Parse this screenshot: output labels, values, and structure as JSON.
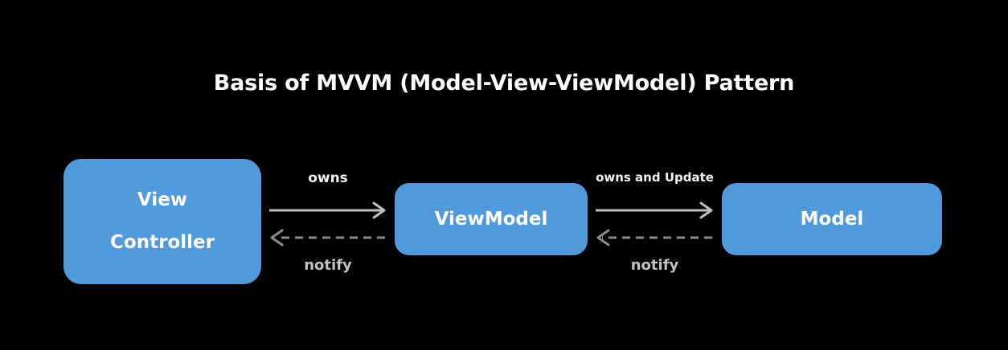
{
  "diagram": {
    "title": "Basis of MVVM (Model-View-ViewModel) Pattern",
    "background_color": "#000000",
    "node_color": "#5099DB",
    "node_text_color": "#FFFFFF",
    "solid_arrow_color": "#BFBFBF",
    "dashed_arrow_color": "#8C8C8C",
    "nodes": [
      {
        "id": "view-controller",
        "line_1": "View",
        "line_2": "Controller"
      },
      {
        "id": "viewmodel",
        "line_1": "ViewModel"
      },
      {
        "id": "model",
        "line_1": "Model"
      }
    ],
    "edges": [
      {
        "id": "view-to-viewmodel",
        "forward_label": "owns",
        "forward_style": "solid",
        "forward_direction": "right",
        "back_label": "notify",
        "back_style": "dashed",
        "back_direction": "left"
      },
      {
        "id": "viewmodel-to-model",
        "forward_label": "owns and Update",
        "forward_style": "solid",
        "forward_direction": "right",
        "back_label": "notify",
        "back_style": "dashed",
        "back_direction": "left"
      }
    ]
  }
}
